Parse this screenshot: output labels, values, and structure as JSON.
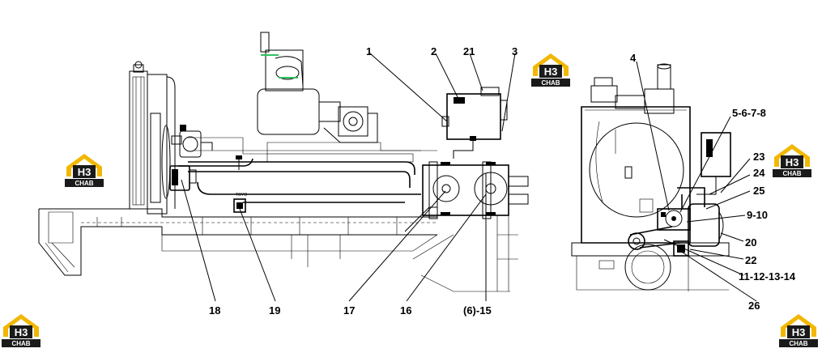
{
  "drawing": {
    "callouts": [
      {
        "id": "c1",
        "text": "1"
      },
      {
        "id": "c2",
        "text": "2"
      },
      {
        "id": "c21",
        "text": "21"
      },
      {
        "id": "c3",
        "text": "3"
      },
      {
        "id": "c4",
        "text": "4"
      },
      {
        "id": "c5",
        "text": "5-6-7-8"
      },
      {
        "id": "c23",
        "text": "23"
      },
      {
        "id": "c24",
        "text": "24"
      },
      {
        "id": "c25",
        "text": "25"
      },
      {
        "id": "c9",
        "text": "9-10"
      },
      {
        "id": "c20",
        "text": "20"
      },
      {
        "id": "c22",
        "text": "22"
      },
      {
        "id": "c11",
        "text": "11-12-13-14"
      },
      {
        "id": "c26",
        "text": "26"
      },
      {
        "id": "c18",
        "text": "18"
      },
      {
        "id": "c19",
        "text": "19"
      },
      {
        "id": "c17",
        "text": "17"
      },
      {
        "id": "c16",
        "text": "16"
      },
      {
        "id": "c15",
        "text": "(6)-15"
      }
    ],
    "small_label": "TOYO"
  },
  "logo": {
    "text": "CHAB",
    "mark": "H3",
    "accent_color": "#f2b700",
    "dark_color": "#1a1a1a",
    "count": 5
  }
}
